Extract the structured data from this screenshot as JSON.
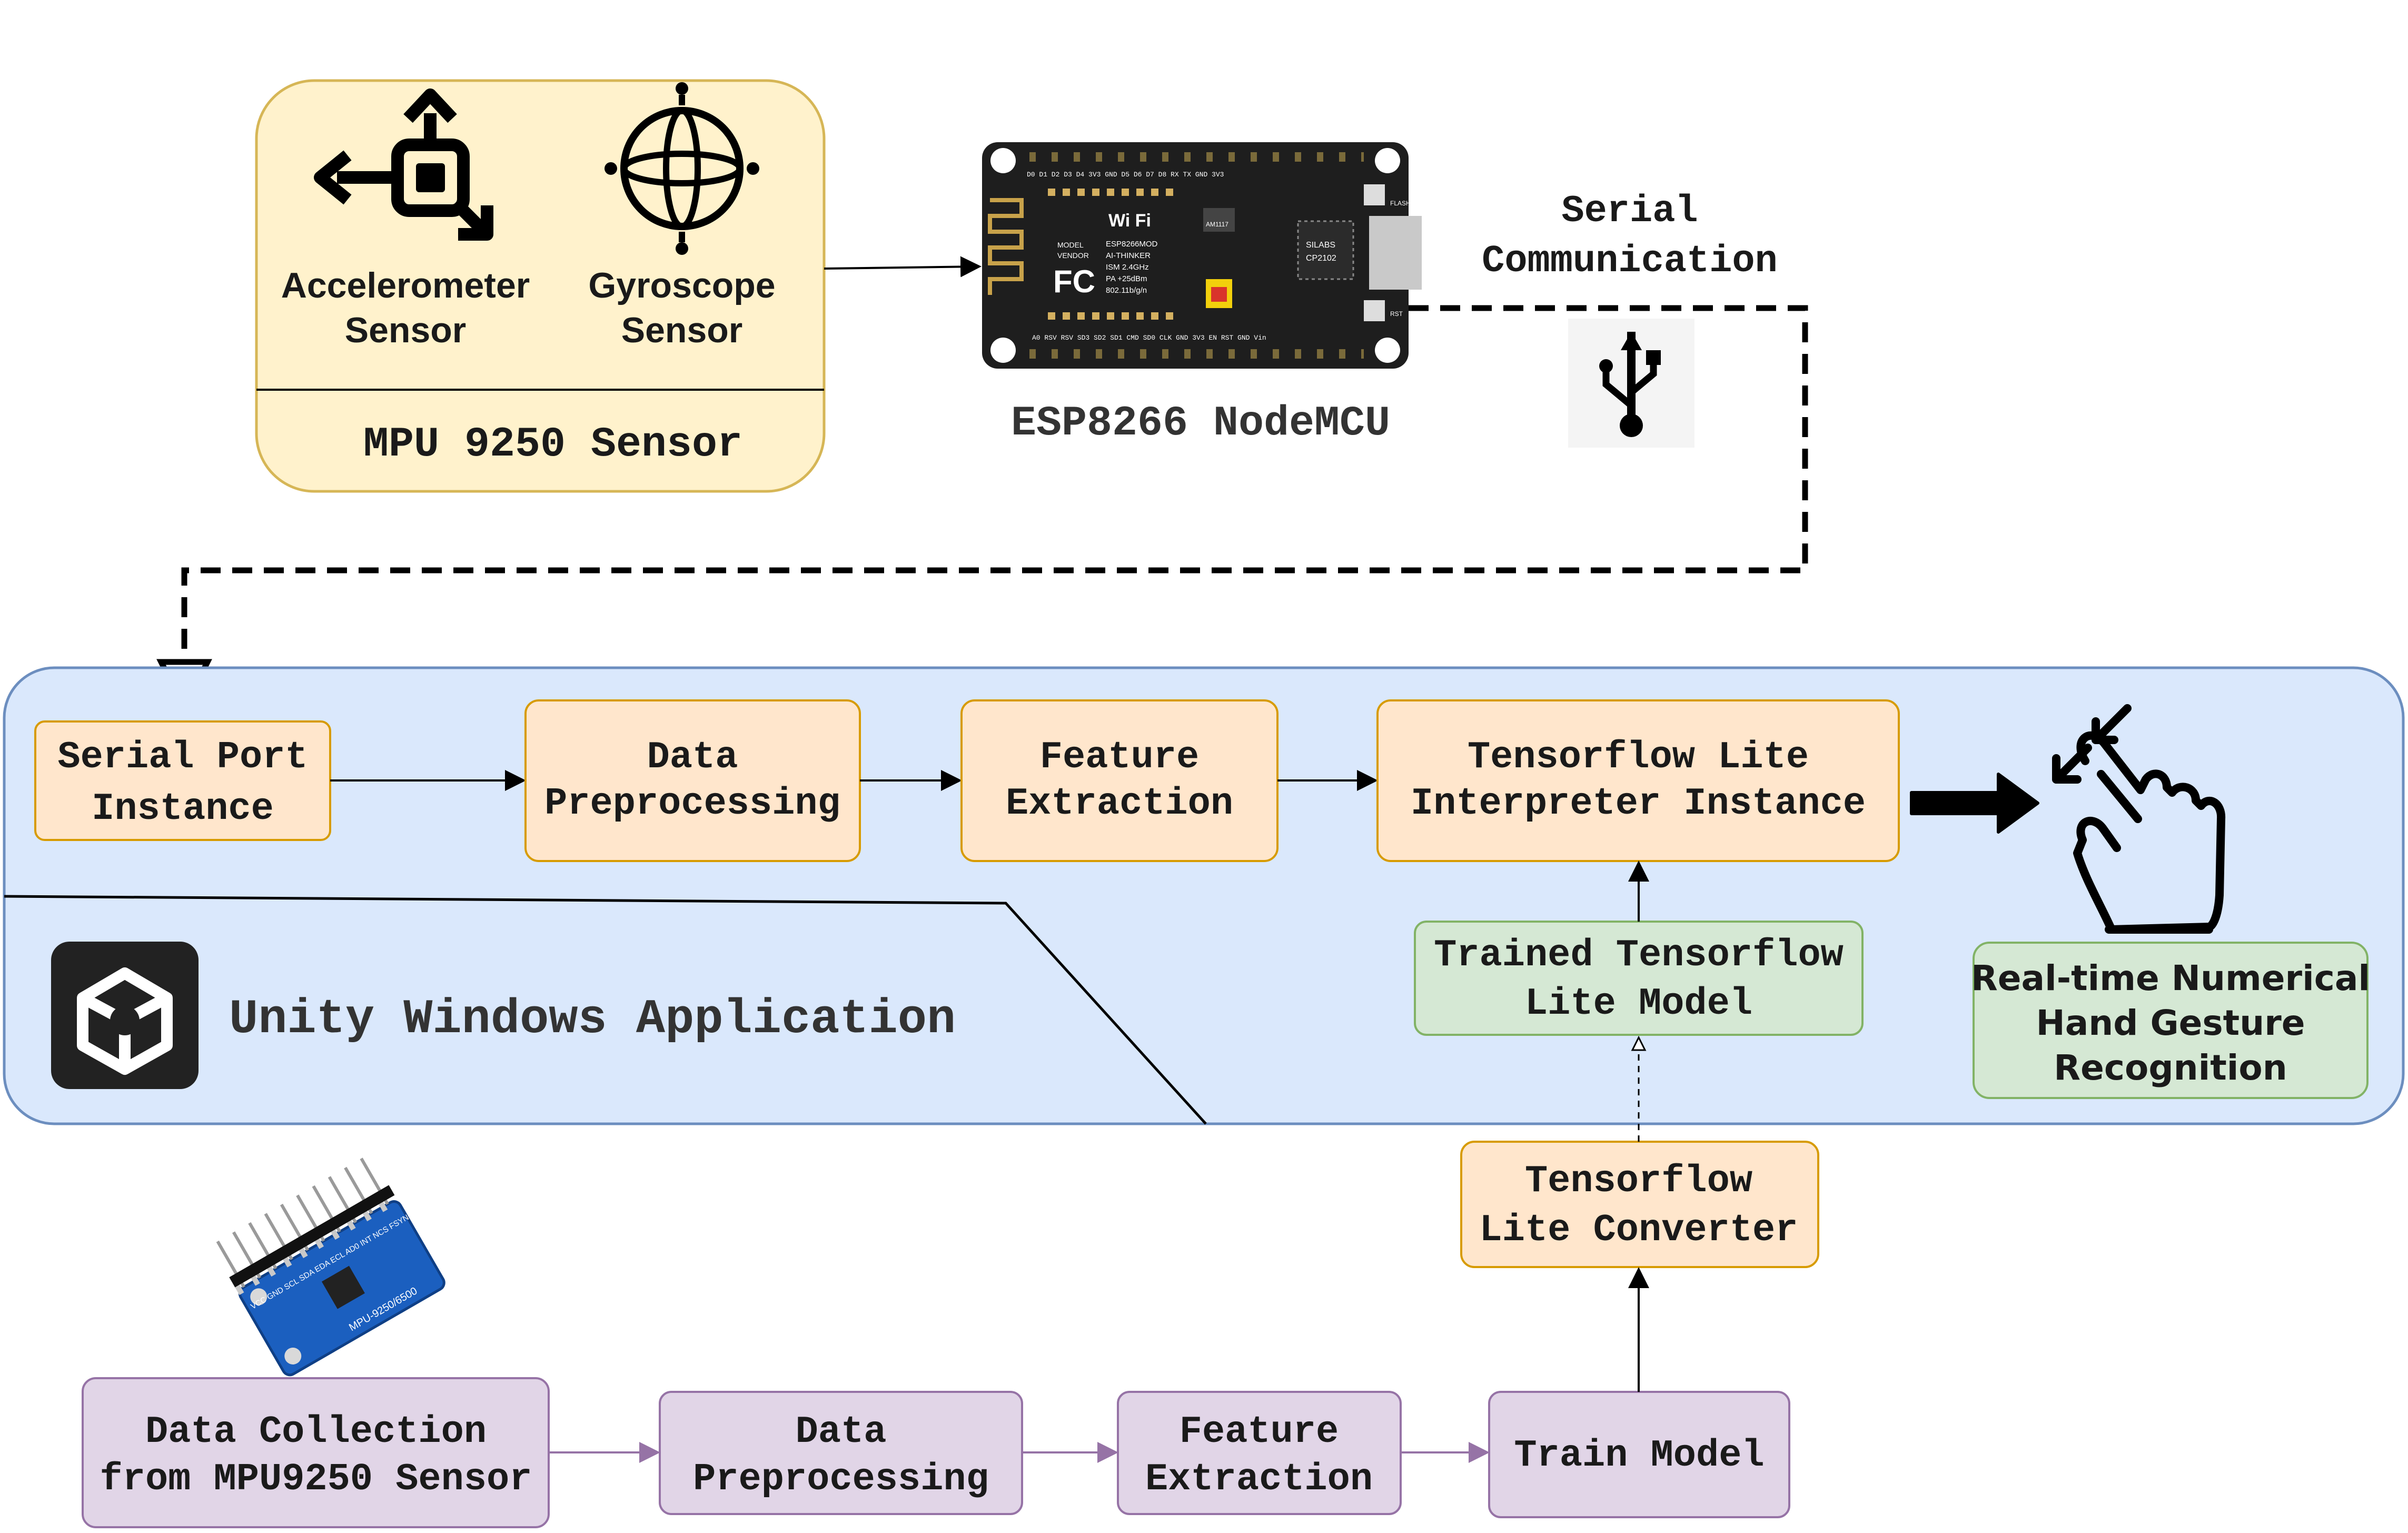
{
  "sensor_panel": {
    "accelerometer_line1": "Accelerometer",
    "accelerometer_line2": "Sensor",
    "gyroscope_line1": "Gyroscope",
    "gyroscope_line2": "Sensor",
    "title": "MPU 9250 Sensor"
  },
  "board": {
    "label": "ESP8266 NodeMCU",
    "wifi_text": "Wi Fi",
    "fc_text": "FC",
    "chip_text_1": "SILABS",
    "chip_text_2": "CP2102",
    "module_text_1": "ESP8266MOD",
    "module_text_2": "AI-THINKER",
    "module_text_3": "ISM 2.4GHz",
    "module_text_4": "PA +25dBm",
    "module_text_5": "802.11b/g/n",
    "model_text_1": "MODEL",
    "model_text_2": "VENDOR",
    "regulator_text": "AM1117",
    "top_pins": "D0 D1 D2 D3 D4 3V3 GND D5 D6 D7 D8 RX TX GND 3V3",
    "bottom_pins": "A0 RSV RSV SD3 SD2 SD1 CMD SD0 CLK GND 3V3 EN RST GND Vin",
    "flash_text": "FLASH",
    "rst_text": "RST"
  },
  "serial": {
    "line1": "Serial",
    "line2": "Communication"
  },
  "unity_app": {
    "label": "Unity Windows Application",
    "serial_port_line1": "Serial Port",
    "serial_port_line2": "Instance",
    "data_prep_line1": "Data",
    "data_prep_line2": "Preprocessing",
    "feature_line1": "Feature",
    "feature_line2": "Extraction",
    "tflite_line1": "Tensorflow Lite",
    "tflite_line2": "Interpreter Instance",
    "trained_line1": "Trained Tensorflow",
    "trained_line2": "Lite Model",
    "result_line1": "Real-time Numerical",
    "result_line2": "Hand Gesture",
    "result_line3": "Recognition"
  },
  "training": {
    "collect_line1": "Data Collection",
    "collect_line2": "from MPU9250 Sensor",
    "prep_line1": "Data",
    "prep_line2": "Preprocessing",
    "feature_line1": "Feature",
    "feature_line2": "Extraction",
    "train": "Train Model",
    "converter_line1": "Tensorflow",
    "converter_line2": "Lite Converter"
  },
  "module_board": {
    "part_text": "MPU-9250/6500",
    "pins": "VCC GND SCL SDA EDA ECL AD0 INT NCS FSYNC"
  },
  "colors": {
    "sensor_fill": "#fff2cc",
    "sensor_stroke": "#d6b656",
    "orange_fill": "#ffe6cc",
    "orange_stroke": "#d79b00",
    "green_fill": "#d5e8d4",
    "green_stroke": "#82b366",
    "purple_fill": "#e1d5e7",
    "purple_stroke": "#9673a6",
    "unity_fill": "#dae8fc",
    "unity_stroke": "#6c8ebf",
    "board_fill": "#1e1e1e"
  },
  "icons": [
    "accelerometer-icon",
    "gyroscope-icon",
    "usb-icon",
    "unity-logo-icon",
    "pinch-hand-icon"
  ]
}
